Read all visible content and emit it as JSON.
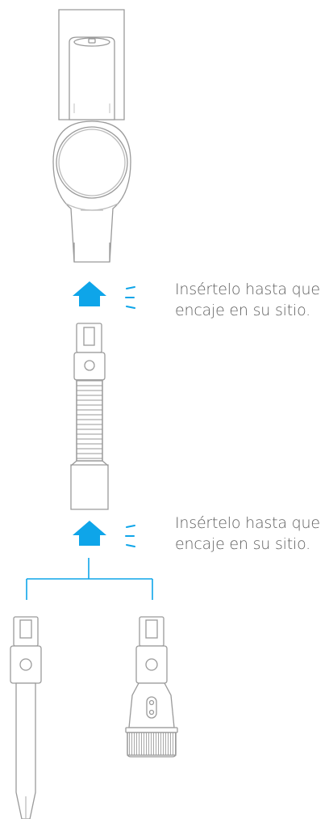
{
  "instructions": [
    {
      "line1": "Insértelo hasta que",
      "line2": "encaje en su sitio."
    },
    {
      "line1": "Insértelo hasta que",
      "line2": "encaje en su sitio."
    }
  ],
  "colors": {
    "accent": "#0ea5e9",
    "stroke": "#9a9a9a",
    "text": "#5f5f5f"
  },
  "icons": [
    "up-arrow-icon",
    "click-sound-icon"
  ]
}
